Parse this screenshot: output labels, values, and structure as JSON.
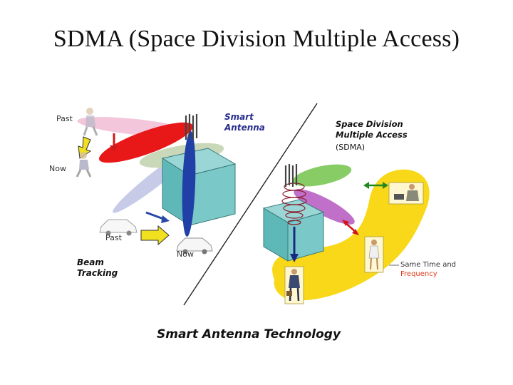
{
  "slide": {
    "title": "SDMA (Space Division Multiple Access)",
    "caption": "Smart Antenna Technology"
  },
  "labels": {
    "smart_antenna_line1": "Smart",
    "smart_antenna_line2": "Antenna",
    "sdma_line1": "Space Division",
    "sdma_line2": "Multiple Access",
    "sdma_line3": "(SDMA)",
    "past_person": "Past",
    "now_person": "Now",
    "past_car": "Past",
    "now_car": "Now",
    "beam_tracking_line1": "Beam",
    "beam_tracking_line2": "Tracking",
    "same_time_line1": "Same Time and",
    "same_time_line2": "Frequency"
  },
  "colors": {
    "smart_antenna_text": "#2a2f8f",
    "frequency_text": "#e03a1a",
    "tower_box": "#5fb8b8",
    "yellow_zone": "#f8d818",
    "red_beam": "#e81818",
    "blue_beam": "#2040a8",
    "pink_beam": "#e8a0c8",
    "green_beam": "#70c850",
    "purple_beam": "#c060c8"
  }
}
